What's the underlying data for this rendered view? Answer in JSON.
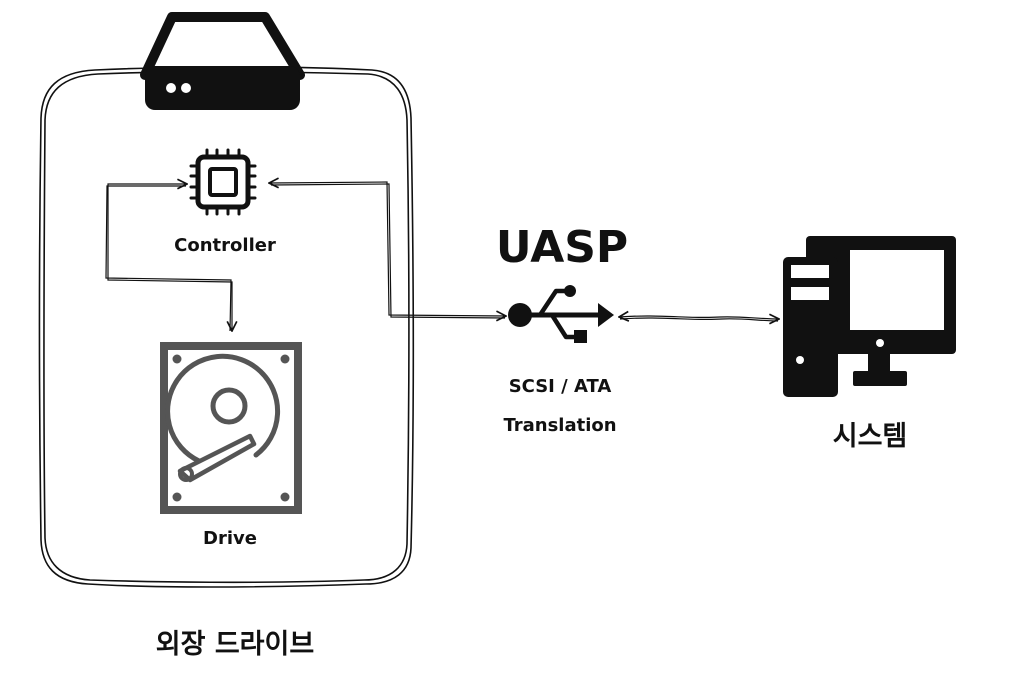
{
  "diagram": {
    "external_drive": {
      "caption": "외장 드라이브",
      "controller_label": "Controller",
      "drive_label": "Drive"
    },
    "interface": {
      "protocol_title": "UASP",
      "translation_line1": "SCSI / ATA",
      "translation_line2": "Translation"
    },
    "system": {
      "caption": "시스템"
    },
    "icons": [
      "hard-drive-icon",
      "chip-icon",
      "hdd-platter-icon",
      "usb-icon",
      "desktop-computer-icon"
    ],
    "colors": {
      "stroke": "#111111",
      "hdd_gray": "#555555"
    }
  }
}
